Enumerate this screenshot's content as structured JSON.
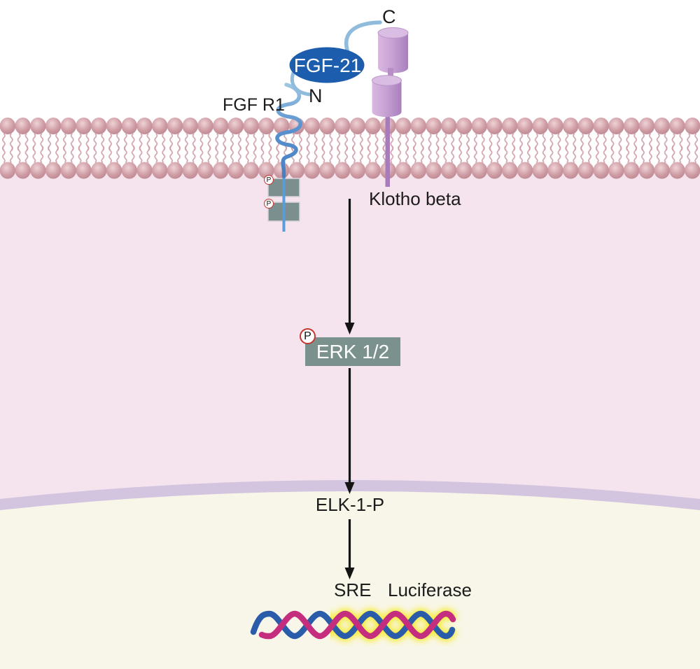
{
  "diagram": {
    "labels": {
      "c_terminus": "C",
      "ligand": "FGF-21",
      "n_terminus": "N",
      "receptor": "FGF R1",
      "coreceptor": "Klotho beta",
      "phospho": "P",
      "kinase": "ERK 1/2",
      "transcription_factor": "ELK-1-P",
      "response_element": "SRE",
      "reporter_gene": "Luciferase"
    },
    "colors": {
      "ligand_fill": "#1d5dae",
      "receptor_blue": "#4d88c8",
      "light_blue": "#8fbbdd",
      "kinase_box": "#7a918e",
      "phospho_ring": "#c5352f",
      "membrane_head": "#cf9ca4",
      "klotho_purple": "#b58cc5",
      "cytoplasm": "#f5e4ed",
      "nucleus": "#f8f6e8",
      "nuclear_envelope": "#d3c5e0",
      "dna_blue": "#2a5caa",
      "dna_magenta": "#c52d7f",
      "dna_glow": "#f6ec36",
      "arrow": "#141414"
    }
  }
}
